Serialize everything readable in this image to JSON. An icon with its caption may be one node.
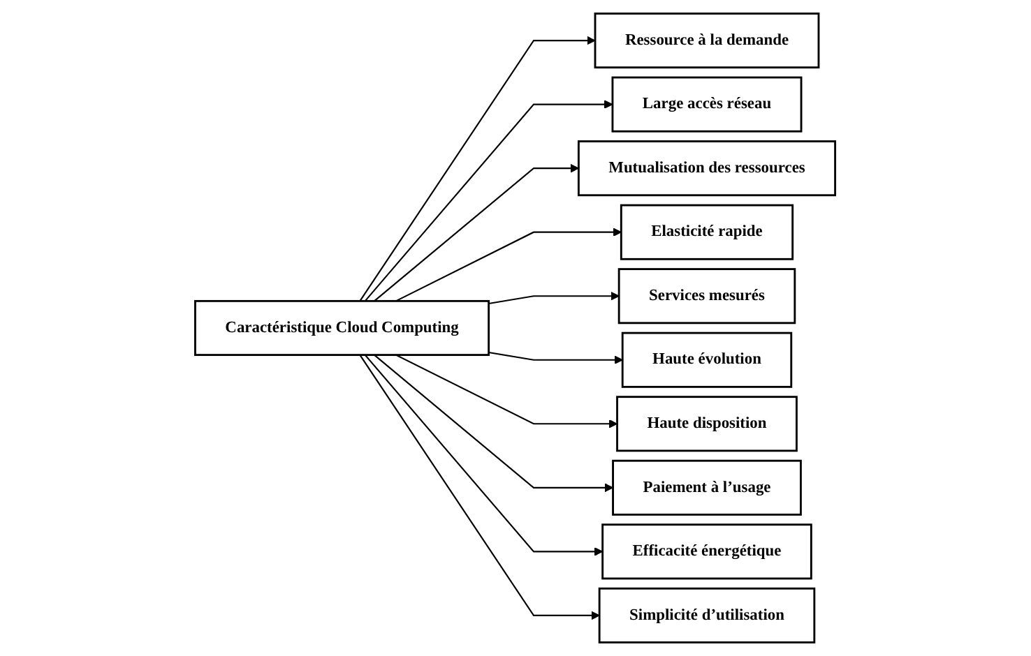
{
  "diagram": {
    "nodes": [
      {
        "text": [
          "Caractéristique Cloud Computing"
        ]
      },
      {
        "text": [
          "Ressource à la demande"
        ]
      },
      {
        "text": [
          "Large accès réseau"
        ]
      },
      {
        "text": [
          "Mutualisation des ressources"
        ]
      },
      {
        "text": [
          "Elasticité rapide"
        ]
      },
      {
        "text": [
          "Services mesurés"
        ]
      },
      {
        "text": [
          "Haute évolution"
        ]
      },
      {
        "text": [
          "Haute disposition"
        ]
      },
      {
        "text": [
          "Paiement à l’usage"
        ]
      },
      {
        "text": [
          "Efficacité énergétique"
        ]
      },
      {
        "text": [
          "Simplicité d’utilisation"
        ]
      }
    ],
    "edges": [
      {
        "from": 0,
        "to": 1,
        "arrow": "to"
      },
      {
        "from": 0,
        "to": 2,
        "arrow": "to"
      },
      {
        "from": 0,
        "to": 3,
        "arrow": "to"
      },
      {
        "from": 0,
        "to": 4,
        "arrow": "to"
      },
      {
        "from": 0,
        "to": 5,
        "arrow": "to"
      },
      {
        "from": 0,
        "to": 6,
        "arrow": "to"
      },
      {
        "from": 0,
        "to": 7,
        "arrow": "to"
      },
      {
        "from": 0,
        "to": 8,
        "arrow": "to"
      },
      {
        "from": 0,
        "to": 9,
        "arrow": "to"
      },
      {
        "from": 0,
        "to": 10,
        "arrow": "to"
      }
    ]
  }
}
